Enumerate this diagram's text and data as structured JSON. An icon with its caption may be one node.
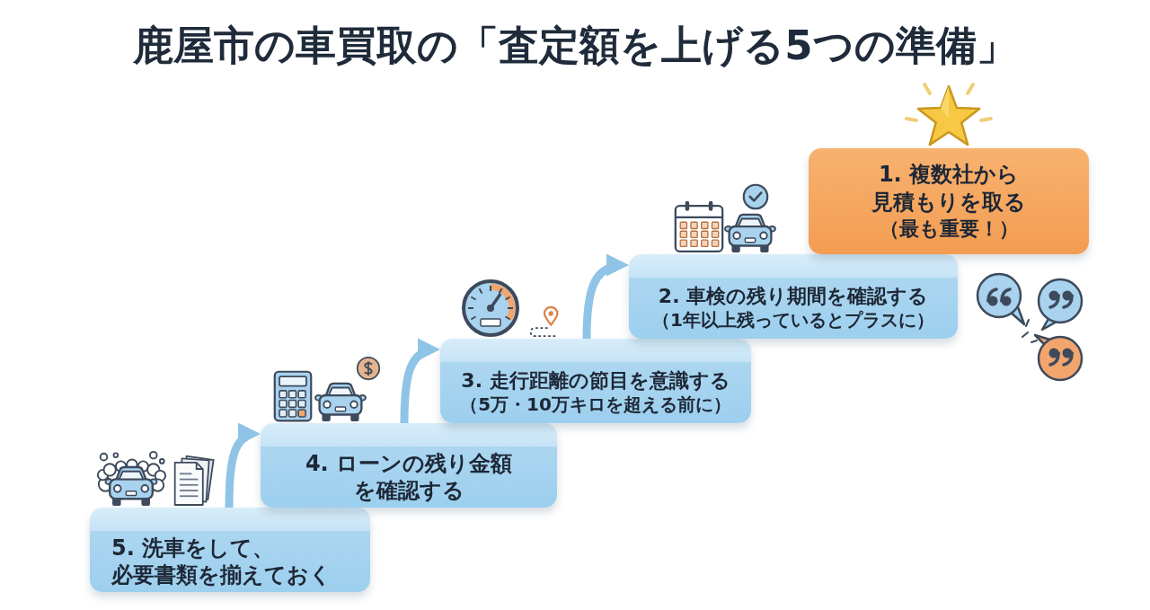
{
  "diagram": {
    "title": "鹿屋市の車買取の「査定額を上げる5つの準備」",
    "nodes": [
      {
        "text": [
          "1. 複数社から見積もりを取る",
          "（最も重要！）"
        ]
      },
      {
        "text": [
          "2. 車検の残り期間を確認する",
          "（1年以上残っているとプラスに）"
        ]
      },
      {
        "text": [
          "3. 走行距離の節目を意識する",
          "（5万・10万キロを超える前に）"
        ]
      },
      {
        "text": [
          "4. ローンの残り金額を確認する"
        ]
      },
      {
        "text": [
          "5. 洗車をして、必要書類を揃えておく"
        ]
      }
    ],
    "edges": [
      {
        "from": 4,
        "to": 3,
        "arrow": "to"
      },
      {
        "from": 3,
        "to": 2,
        "arrow": "to"
      },
      {
        "from": 2,
        "to": 1,
        "arrow": "to"
      }
    ]
  }
}
